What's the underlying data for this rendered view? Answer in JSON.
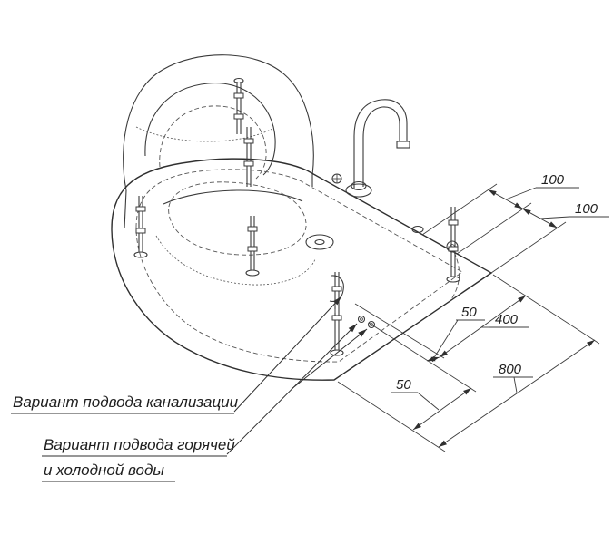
{
  "drawing": {
    "kind": "bathtub-installation-technical-drawing",
    "dims": {
      "top_100_a": "100",
      "top_100_b": "100",
      "mid_50": "50",
      "mid_400": "400",
      "low_50": "50",
      "low_800": "800"
    },
    "annotations": {
      "sewer": "Вариант подвода канализации",
      "water_line1": "Вариант подвода горячей",
      "water_line2": "и холодной воды"
    },
    "colors": {
      "line": "#3a3a3a",
      "background": "#ffffff"
    }
  }
}
